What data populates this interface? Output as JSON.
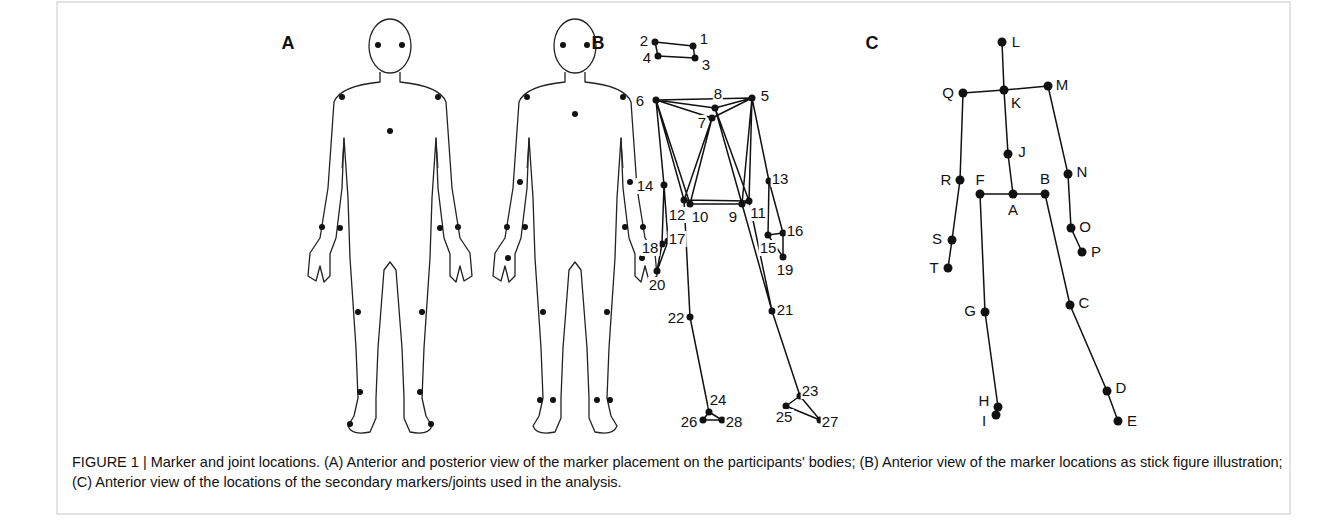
{
  "diagram": {
    "caption": "FIGURE 1 | Marker and joint locations. (A) Anterior and posterior view of the marker placement on the participants' bodies; (B) Anterior view of the marker locations as stick figure illustration; (C) Anterior view of the locations of the secondary markers/joints used in the analysis.",
    "labels": [
      "A",
      "B",
      "C",
      "1",
      "2",
      "3",
      "4",
      "5",
      "6",
      "7",
      "8",
      "9",
      "10",
      "11",
      "12",
      "13",
      "14",
      "15",
      "16",
      "17",
      "18",
      "19",
      "20",
      "21",
      "22",
      "23",
      "24",
      "25",
      "26",
      "27",
      "28",
      "L",
      "Q",
      "K",
      "M",
      "J",
      "R",
      "F",
      "A",
      "B",
      "N",
      "S",
      "O",
      "T",
      "P",
      "G",
      "C",
      "H",
      "I",
      "D",
      "E"
    ]
  }
}
